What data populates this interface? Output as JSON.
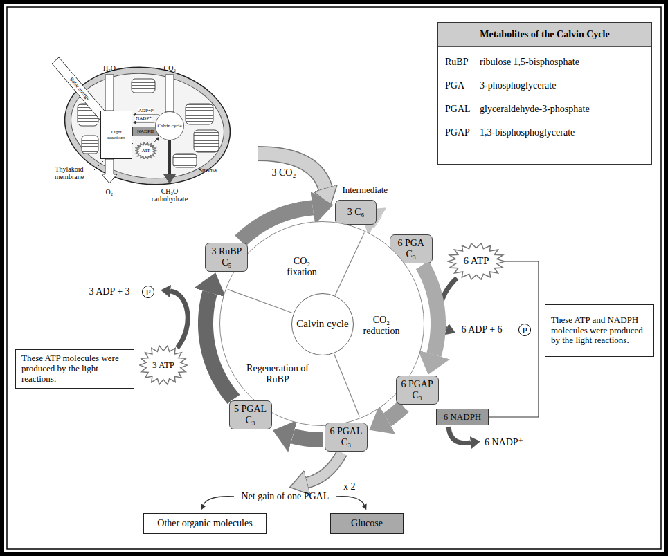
{
  "diagram": {
    "nodes": [
      {
        "text": [
          "Metabolites of the Calvin Cycle",
          "RuBP",
          "ribulose 1,5-bisphosphate",
          "PGA",
          "3-phosphoglycerate",
          "PGAL",
          "glyceraldehyde-3-phosphate",
          "PGAP",
          "1,3-bisphosphoglycerate"
        ]
      },
      {
        "text": [
          "Intermediate",
          "3 C₆"
        ]
      },
      {
        "text": [
          "6 PGA",
          "C₃"
        ]
      },
      {
        "text": [
          "6 ATP"
        ]
      },
      {
        "text": [
          "These ATP and NADPH molecules were produced by the light reactions."
        ]
      },
      {
        "text": [
          "CO₂ fixation",
          "CO₂ reduction",
          "Regeneration of RuBP"
        ]
      },
      {
        "text": [
          "Calvin cycle"
        ],
        "in": 5
      },
      {
        "text": [
          "3 RuBP",
          "C₅"
        ]
      },
      {
        "text": [
          "3 ATP"
        ]
      },
      {
        "text": [
          "These ATP molecules were produced by the light reactions."
        ]
      },
      {
        "text": [
          "6 PGAP",
          "C₃"
        ]
      },
      {
        "text": [
          "6 NADPH"
        ]
      },
      {
        "text": [
          "5 PGAL",
          "C₃"
        ]
      },
      {
        "text": [
          "6 PGAL",
          "C₃"
        ]
      },
      {
        "text": [
          "Other organic molecules"
        ]
      },
      {
        "text": [
          "Glucose"
        ]
      },
      {
        "text": [
          "Light reactions"
        ]
      },
      {
        "text": [
          "NADPH"
        ]
      },
      {
        "text": [
          "ATP"
        ]
      },
      {
        "text": [
          "Calvin cycle"
        ]
      }
    ],
    "edges": [
      {
        "from": 1,
        "to": 2,
        "arrow": "to"
      },
      {
        "from": 2,
        "to": 10,
        "arrow": "to"
      },
      {
        "from": 10,
        "to": 13,
        "arrow": "to"
      },
      {
        "from": 13,
        "to": 12,
        "arrow": "to"
      },
      {
        "from": 12,
        "to": 7,
        "arrow": "to"
      },
      {
        "from": 7,
        "to": 1,
        "arrow": "to"
      },
      {
        "from": 16,
        "to": 17,
        "arrow": "to"
      },
      {
        "from": 17,
        "to": 19,
        "arrow": "to"
      },
      {
        "from": 16,
        "to": 18,
        "arrow": "to"
      },
      {
        "from": 18,
        "to": 19,
        "arrow": "to"
      },
      {
        "from": 19,
        "to": 16,
        "label": "ADP+P",
        "arrow": "to"
      },
      {
        "from": 19,
        "to": 16,
        "label": "NADP⁺",
        "arrow": "to"
      }
    ],
    "labels": [
      "3 CO₂",
      "6 ADP + 6",
      "P",
      "6 NADP⁺",
      "3 ADP + 3",
      "P",
      "Net gain of one PGAL",
      "x 2",
      "H₂O",
      "CO₂",
      "Solar energy",
      "Thylakoid membrane",
      "O₂",
      "CH₂O carbohydrate",
      "Stroma"
    ]
  }
}
